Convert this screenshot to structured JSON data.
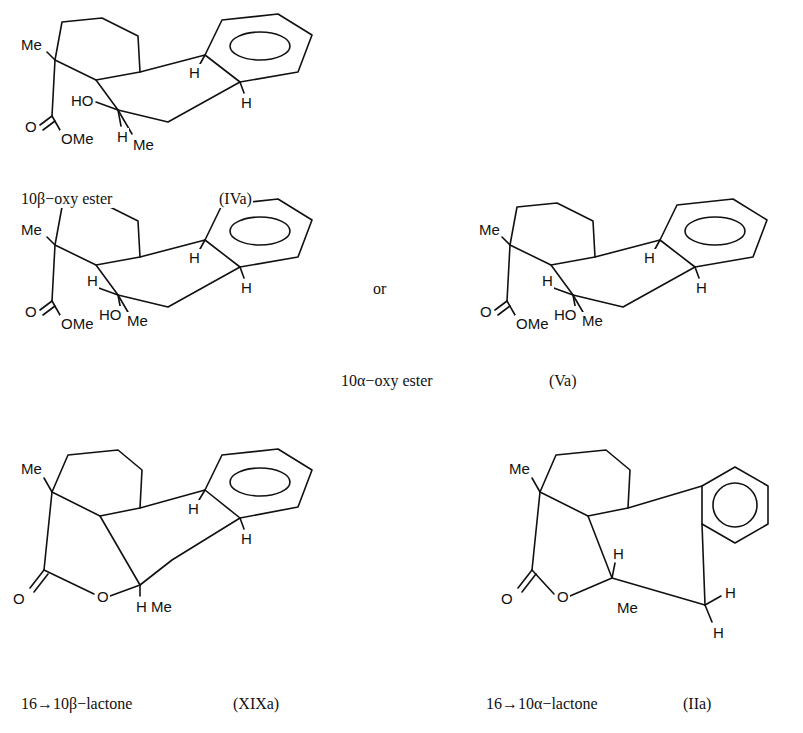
{
  "diagram": {
    "labels": [
      "Me",
      "HO",
      "O",
      "OMe",
      "H",
      "Me",
      "H",
      "H",
      "10β−oxy ester",
      "(IVa)",
      "Me",
      "H",
      "O",
      "OMe",
      "HO",
      "Me",
      "H",
      "H",
      "or",
      "Me",
      "H",
      "O",
      "OMe",
      "HO",
      "Me",
      "H",
      "H",
      "10α−oxy ester",
      "(Va)",
      "Me",
      "O",
      "O",
      "H",
      "Me",
      "H",
      "H",
      "16→10β−lactone",
      "(XIXa)",
      "Me",
      "O",
      "O",
      "H",
      "Me",
      "H",
      "H",
      "16→10α−lactone",
      "(IIa)"
    ]
  }
}
